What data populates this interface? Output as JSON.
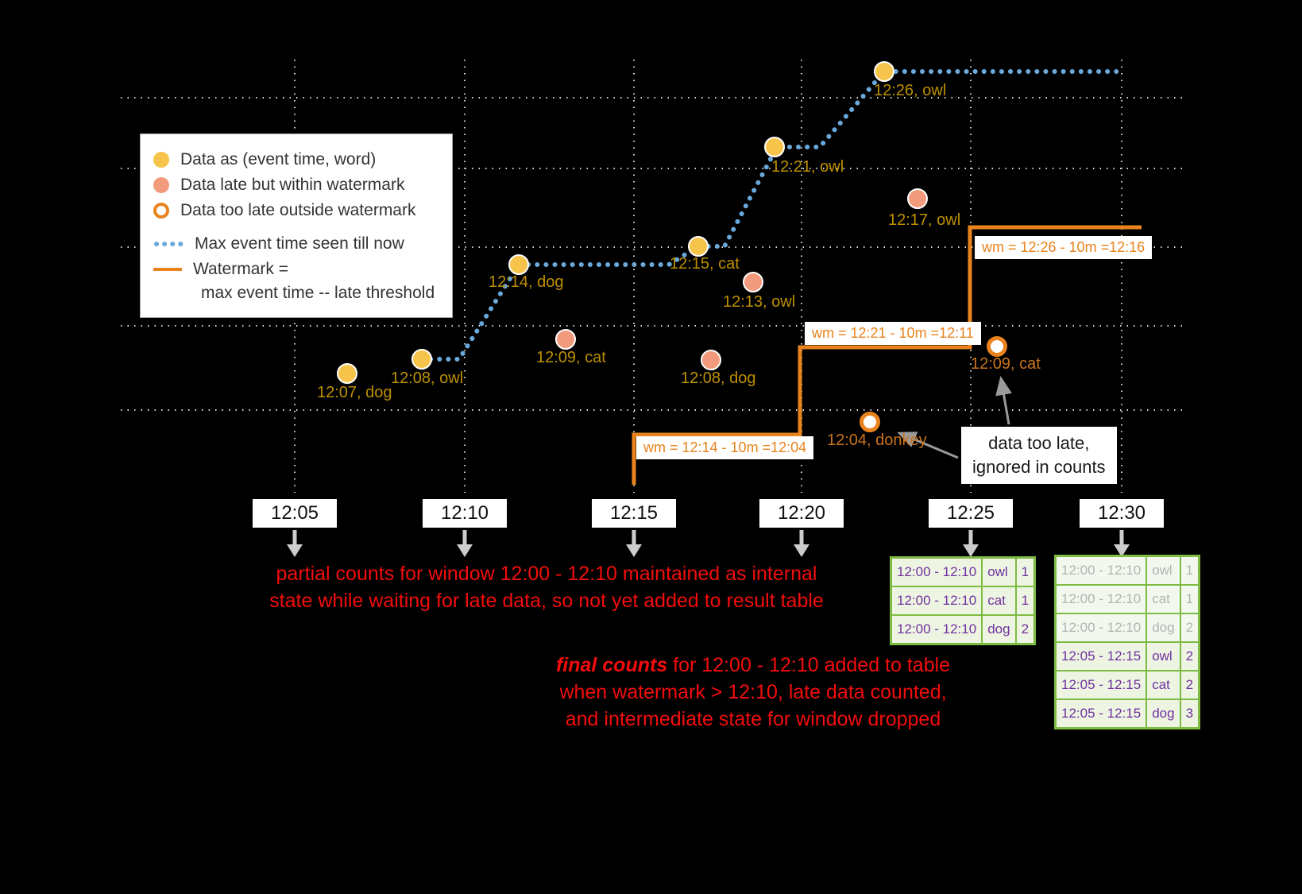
{
  "legend": {
    "item_ontime": "Data as (event time, word)",
    "item_late": "Data late but within watermark",
    "item_too_late": "Data too late outside watermark",
    "item_max_event": "Max event time seen till now",
    "item_watermark_1": "Watermark =",
    "item_watermark_2": "max event time -- late threshold"
  },
  "axis_ticks": [
    "12:05",
    "12:10",
    "12:15",
    "12:20",
    "12:25",
    "12:30"
  ],
  "points": {
    "ontime": [
      {
        "label": "12:07, dog"
      },
      {
        "label": "12:08, owl"
      },
      {
        "label": "12:14, dog"
      },
      {
        "label": "12:15, cat"
      },
      {
        "label": "12:21, owl"
      },
      {
        "label": "12:26, owl"
      }
    ],
    "late": [
      {
        "label": "12:09, cat"
      },
      {
        "label": "12:08, dog"
      },
      {
        "label": "12:13, owl"
      },
      {
        "label": "12:17, owl"
      }
    ],
    "too_late": [
      {
        "label": "12:04, donkey"
      },
      {
        "label": "12:09, cat"
      }
    ]
  },
  "watermark_labels": [
    "wm = 12:14 - 10m =12:04",
    "wm = 12:21 - 10m =12:11",
    "wm = 12:26 - 10m =12:16"
  ],
  "annotations": {
    "partial_line1": "partial counts for window 12:00 - 12:10 maintained as internal",
    "partial_line2": "state while waiting for late data, so not yet added  to result table",
    "final_emphasis": "final counts",
    "final_line1_rest": " for 12:00 - 12:10 added to table",
    "final_line2": "when watermark > 12:10, late data counted,",
    "final_line3": "and intermediate state for window dropped",
    "too_late_note_line1": "data too late,",
    "too_late_note_line2": "ignored in counts"
  },
  "result_tables": {
    "at_1225": {
      "rows": [
        {
          "window": "12:00 - 12:10",
          "word": "owl",
          "count": "1"
        },
        {
          "window": "12:00 - 12:10",
          "word": "cat",
          "count": "1"
        },
        {
          "window": "12:00 - 12:10",
          "word": "dog",
          "count": "2"
        }
      ]
    },
    "at_1230": {
      "rows": [
        {
          "window": "12:00 - 12:10",
          "word": "owl",
          "count": "1"
        },
        {
          "window": "12:00 - 12:10",
          "word": "cat",
          "count": "1"
        },
        {
          "window": "12:00 - 12:10",
          "word": "dog",
          "count": "2"
        },
        {
          "window": "12:05 - 12:15",
          "word": "owl",
          "count": "2"
        },
        {
          "window": "12:05 - 12:15",
          "word": "cat",
          "count": "2"
        },
        {
          "window": "12:05 - 12:15",
          "word": "dog",
          "count": "3"
        }
      ]
    }
  },
  "colors": {
    "ontime_fill": "#F6C44A",
    "late_fill": "#F19A7C",
    "watermark_orange": "#E8831D",
    "max_event_blue": "#6AA9DC",
    "annotation_red": "#F20D0D",
    "table_text_purple": "#7030A0",
    "table_border_green": "#7DBB42",
    "point_label_gold": "#BD9000",
    "background": "#000000"
  }
}
